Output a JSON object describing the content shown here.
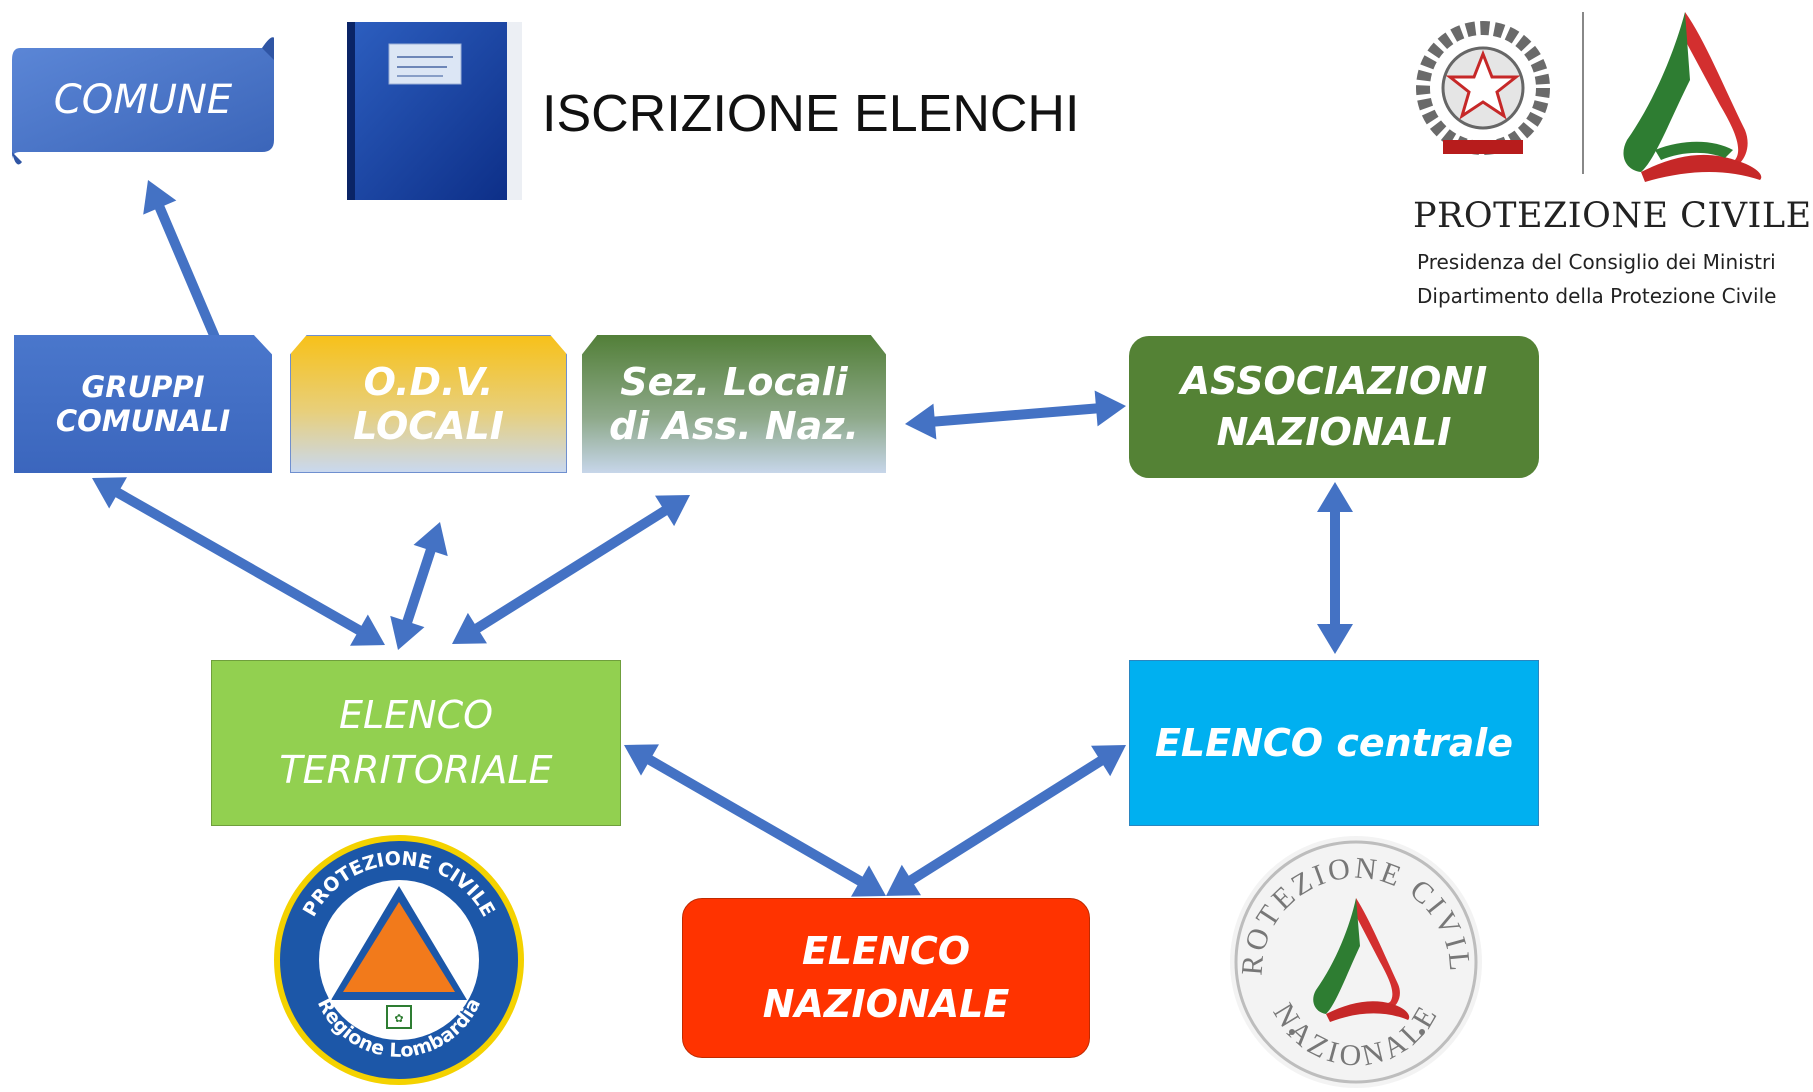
{
  "title": "ISCRIZIONE ELENCHI",
  "colors": {
    "arrow": "#4472c4",
    "comune": "#4472c4",
    "territoriale": "#92d050",
    "centrale": "#00b0f0",
    "nazionale": "#ff3300",
    "associazioni": "#538135",
    "odv": "#f5c21b",
    "sez": "#548235"
  },
  "nodes": {
    "comune": "COMUNE",
    "gruppi": {
      "line1": "GRUPPI",
      "line2": "COMUNALI"
    },
    "odv": {
      "line1": "O.D.V.",
      "line2": "LOCALI"
    },
    "sez": {
      "line1": "Sez. Locali",
      "line2": "di Ass. Naz."
    },
    "associazioni": {
      "line1": "ASSOCIAZIONI",
      "line2": "NAZIONALI"
    },
    "territoriale": {
      "line1": "ELENCO",
      "line2": "TERRITORIALE"
    },
    "centrale": "ELENCO centrale",
    "nazionale": {
      "line1": "ELENCO",
      "line2": "NAZIONALE"
    }
  },
  "logo_dpc": {
    "title": "PROTEZIONE CIVILE",
    "line1": "Presidenza del Consiglio dei Ministri",
    "line2": "Dipartimento della Protezione Civile"
  },
  "logo_lombardia": {
    "top": "PROTEZIONE CIVILE",
    "bottom": "Regione Lombardia"
  },
  "logo_nazionale": {
    "top": "PROTEZIONE CIVILE",
    "bottom": "NAZIONALE"
  },
  "connections": [
    [
      "gruppi",
      "comune"
    ],
    [
      "gruppi",
      "territoriale"
    ],
    [
      "odv",
      "territoriale"
    ],
    [
      "sez",
      "territoriale"
    ],
    [
      "sez",
      "associazioni"
    ],
    [
      "associazioni",
      "centrale"
    ],
    [
      "territoriale",
      "nazionale"
    ],
    [
      "centrale",
      "nazionale"
    ]
  ]
}
